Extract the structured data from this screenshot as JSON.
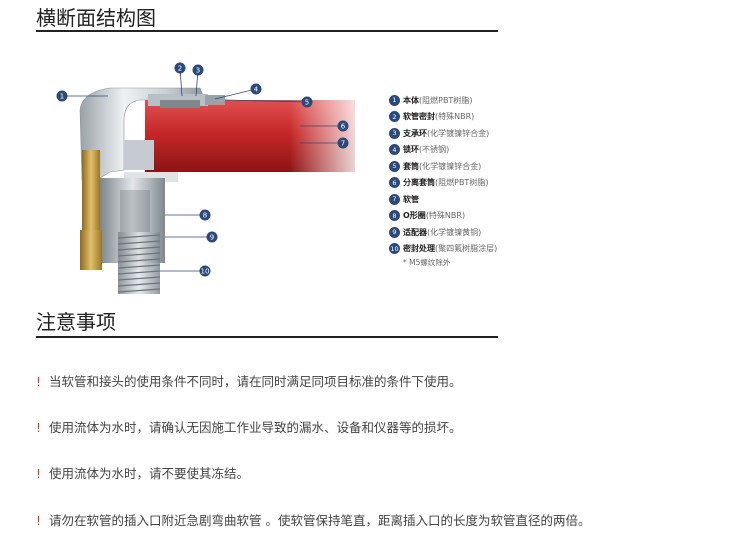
{
  "section1": {
    "title": "横断面结构图"
  },
  "legend": {
    "items": [
      {
        "num": "1",
        "name": "本体",
        "note": "(阻燃PBT树脂)"
      },
      {
        "num": "2",
        "name": "软管密封",
        "note": "(特殊NBR)"
      },
      {
        "num": "3",
        "name": "支承环",
        "note": "(化学镀镍锌合金)"
      },
      {
        "num": "4",
        "name": "锁环",
        "note": "(不锈钢)"
      },
      {
        "num": "5",
        "name": "套筒",
        "note": "(化学镀镍锌合金)"
      },
      {
        "num": "6",
        "name": "分离套筒",
        "note": "(阻燃PBT树脂)"
      },
      {
        "num": "7",
        "name": "软管",
        "note": ""
      },
      {
        "num": "8",
        "name": "O形圈",
        "note": "(特殊NBR)"
      },
      {
        "num": "9",
        "name": "适配器",
        "note": "(化学镀镍黄铜)"
      },
      {
        "num": "10",
        "name": "密封处理",
        "note": "(聚四氟树脂涂层)"
      }
    ],
    "footnote": "* M5螺纹除外"
  },
  "section2": {
    "title": "注意事项"
  },
  "notices": [
    {
      "mark": "!",
      "text": "当软管和接头的使用条件不同时，请在同时满足同项目标准的条件下使用。"
    },
    {
      "mark": "!",
      "text": "使用流体为水时，请确认无因施工作业导致的漏水、设备和仪器等的损坏。"
    },
    {
      "mark": "!",
      "text": "使用流体为水时，请不要使其冻结。"
    },
    {
      "mark": "!",
      "text": "请勿在软管的插入口附近急剧弯曲软管 。使软管保持笔直，距离插入口的长度为软管直径的两倍。"
    }
  ],
  "colors": {
    "tube_red": "#c62828",
    "callout_blue": "#2b4a7a",
    "brass": "#c9a24a",
    "notice_mark": "#e0392b"
  }
}
